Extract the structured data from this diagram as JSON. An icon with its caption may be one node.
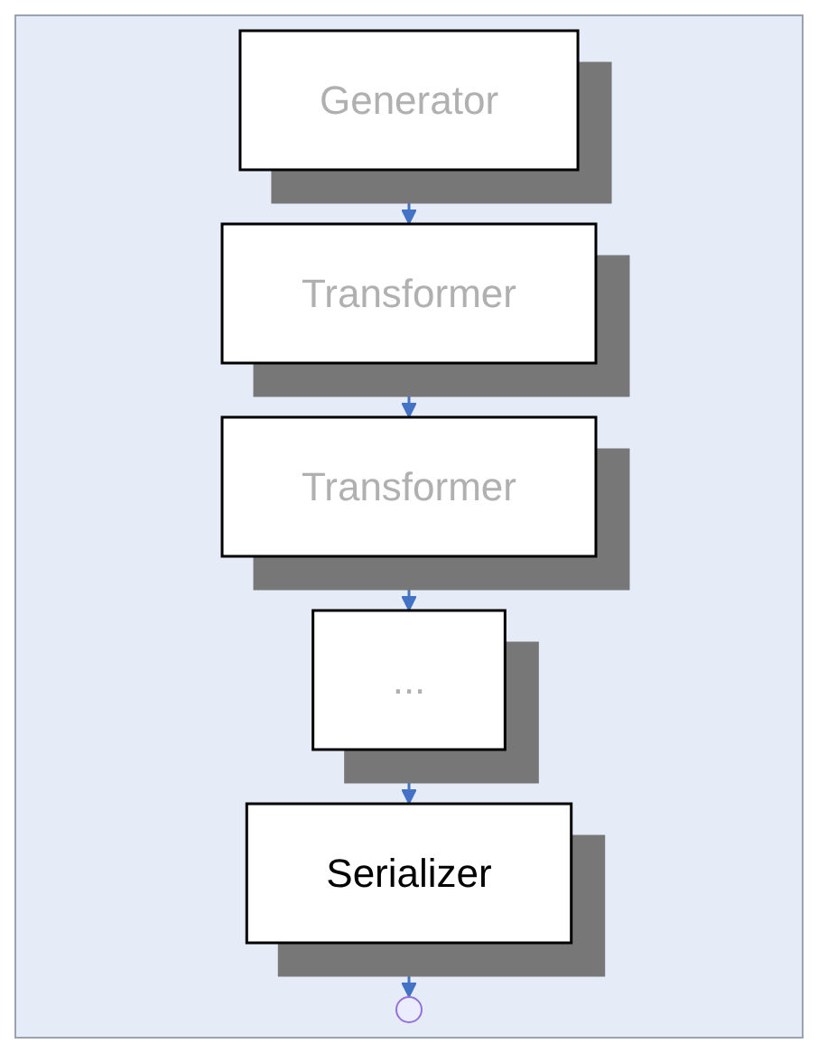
{
  "diagram": {
    "nodes": [
      {
        "text": [
          "Generator"
        ]
      },
      {
        "text": [
          "Transformer"
        ]
      },
      {
        "text": [
          "Transformer"
        ]
      },
      {
        "text": [
          "..."
        ]
      },
      {
        "text": [
          "Serializer"
        ]
      }
    ],
    "edges": [
      {
        "from": 0,
        "to": 1,
        "arrow": "to"
      },
      {
        "from": 1,
        "to": 2,
        "arrow": "to"
      },
      {
        "from": 2,
        "to": 3,
        "arrow": "to"
      },
      {
        "from": 3,
        "to": 4,
        "arrow": "to"
      },
      {
        "from": 4,
        "to": null,
        "arrow": "to"
      }
    ]
  }
}
